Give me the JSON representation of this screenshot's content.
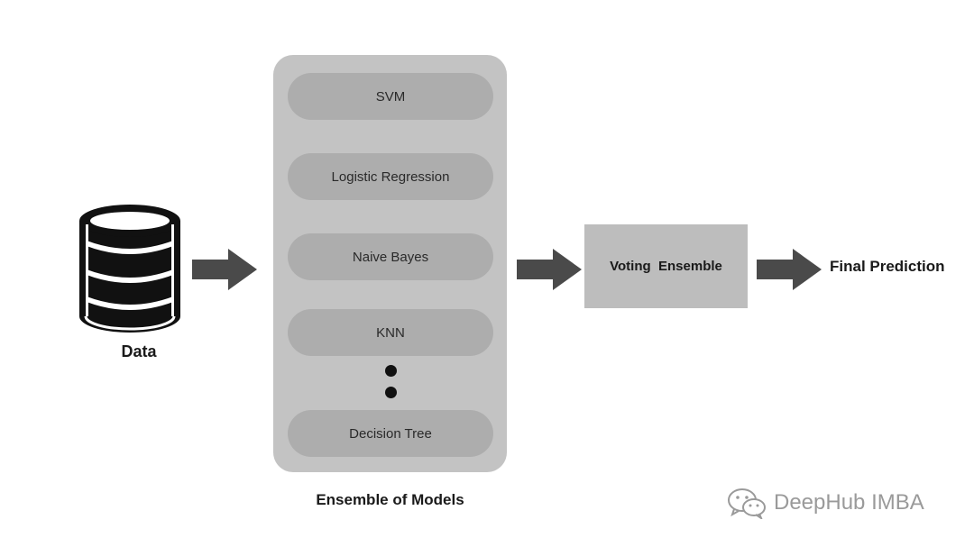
{
  "data_label": "Data",
  "ensemble": {
    "models": [
      "SVM",
      "Logistic Regression",
      "Naive Bayes",
      "KNN",
      "Decision Tree"
    ],
    "label": "Ensemble of Models"
  },
  "voting": {
    "label": "Voting  Ensemble"
  },
  "output": {
    "label": "Final Prediction"
  },
  "watermark": {
    "text": "DeepHub IMBA",
    "icon": "wechat-icon"
  },
  "icons": {
    "database": "database-icon",
    "arrow": "arrow-right-icon",
    "ellipsis": "vertical-ellipsis-icon"
  },
  "colors": {
    "panel": "#c3c3c3",
    "pill": "#adadad",
    "voting_box": "#bdbdbd",
    "arrow": "#4a4a4a",
    "text": "#1a1a1a",
    "watermark": "#9a9a9a"
  }
}
